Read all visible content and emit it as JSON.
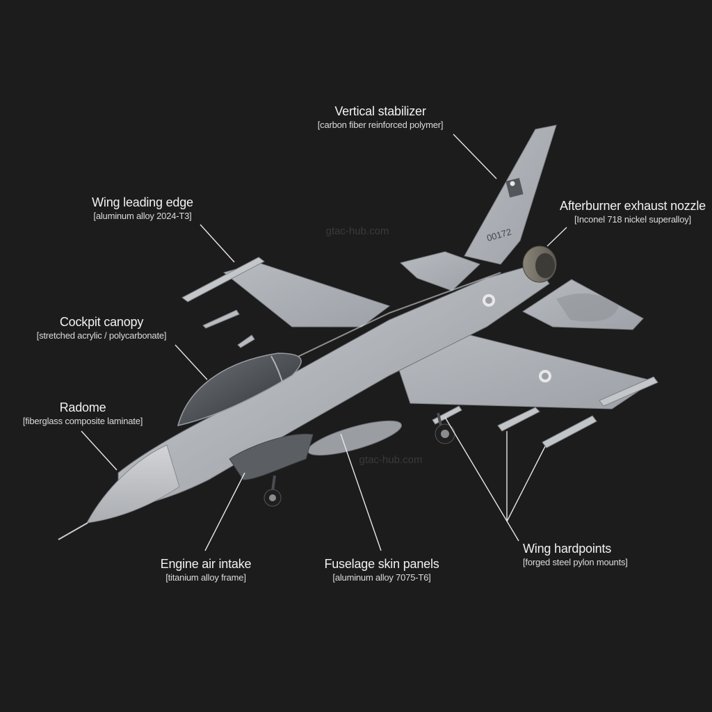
{
  "diagram": {
    "subject": "Fighter jet with labeled parts and materials",
    "background_color": "#1c1c1c",
    "label_color": "#f2f2f2",
    "leader_color": "#e8e8e8",
    "aircraft": {
      "tail_number": "00172"
    },
    "callouts": [
      {
        "id": "vertical-stabilizer",
        "name": "Vertical stabilizer",
        "material": "[carbon fiber reinforced polymer]"
      },
      {
        "id": "afterburner-exhaust-nozzle",
        "name": "Afterburner exhaust nozzle",
        "material": "[Inconel 718 nickel superalloy]"
      },
      {
        "id": "wing-leading-edge",
        "name": "Wing leading edge",
        "material": "[aluminum alloy 2024-T3]"
      },
      {
        "id": "cockpit-canopy",
        "name": "Cockpit canopy",
        "material": "[stretched acrylic / polycarbonate]"
      },
      {
        "id": "radome",
        "name": "Radome",
        "material": "[fiberglass composite laminate]"
      },
      {
        "id": "engine-air-intake",
        "name": "Engine air intake",
        "material": "[titanium alloy frame]"
      },
      {
        "id": "fuselage-skin-panels",
        "name": "Fuselage skin panels",
        "material": "[aluminum alloy 7075-T6]"
      },
      {
        "id": "wing-hardpoints",
        "name": "Wing hardpoints",
        "material": "[forged steel pylon mounts]"
      }
    ],
    "watermarks": [
      "gtac-hub.com",
      "gtac-hub.com"
    ]
  }
}
